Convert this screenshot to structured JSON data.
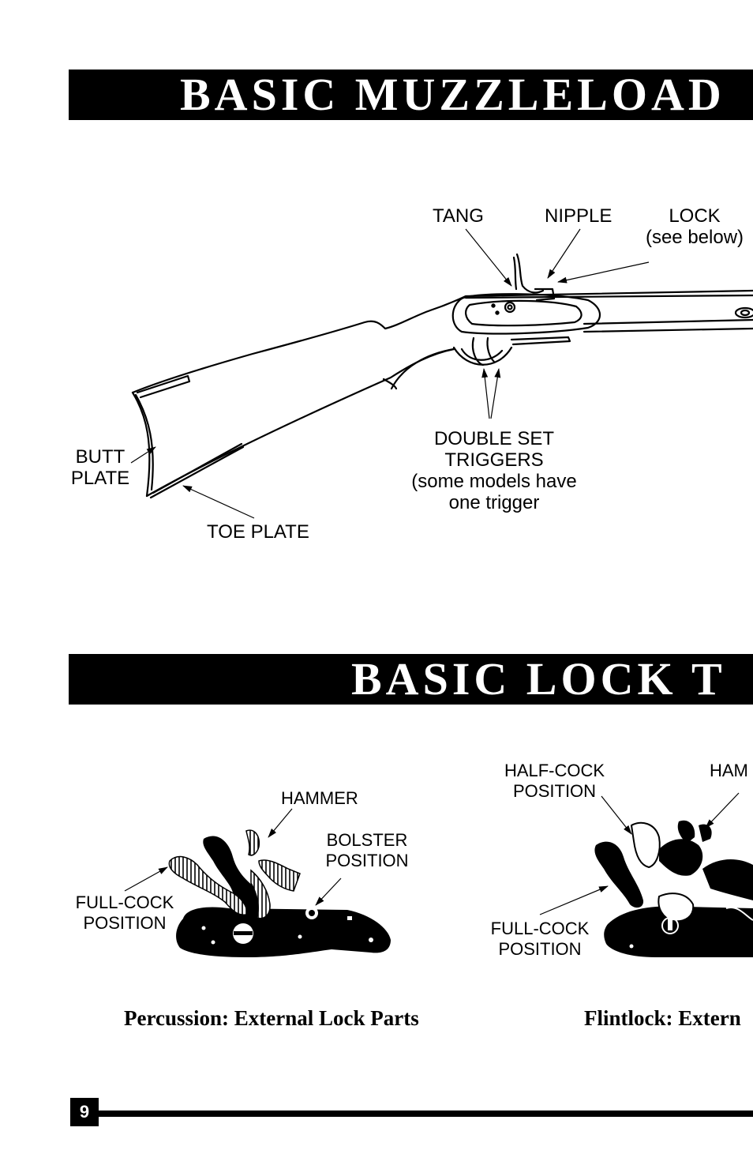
{
  "headings": {
    "top": "BASIC MUZZLELOAD",
    "lock": "BASIC LOCK T"
  },
  "rifle_labels": {
    "tang": "TANG",
    "nipple": "NIPPLE",
    "lock_1": "LOCK",
    "lock_2": "(see below)",
    "butt_1": "BUTT",
    "butt_2": "PLATE",
    "toe": "TOE PLATE",
    "triggers_1": "DOUBLE SET",
    "triggers_2": "TRIGGERS",
    "triggers_3": "(some models have",
    "triggers_4": "one trigger"
  },
  "percussion": {
    "hammer": "HAMMER",
    "bolster_1": "BOLSTER",
    "bolster_2": "POSITION",
    "fullcock_1": "FULL-COCK",
    "fullcock_2": "POSITION",
    "caption": "Percussion: External Lock Parts"
  },
  "flintlock": {
    "halfcock_1": "HALF-COCK",
    "halfcock_2": "POSITION",
    "hammer": "HAM",
    "fullcock_1": "FULL-COCK",
    "fullcock_2": "POSITION",
    "caption": "Flintlock: Extern"
  },
  "footer": {
    "page_number": "9"
  }
}
